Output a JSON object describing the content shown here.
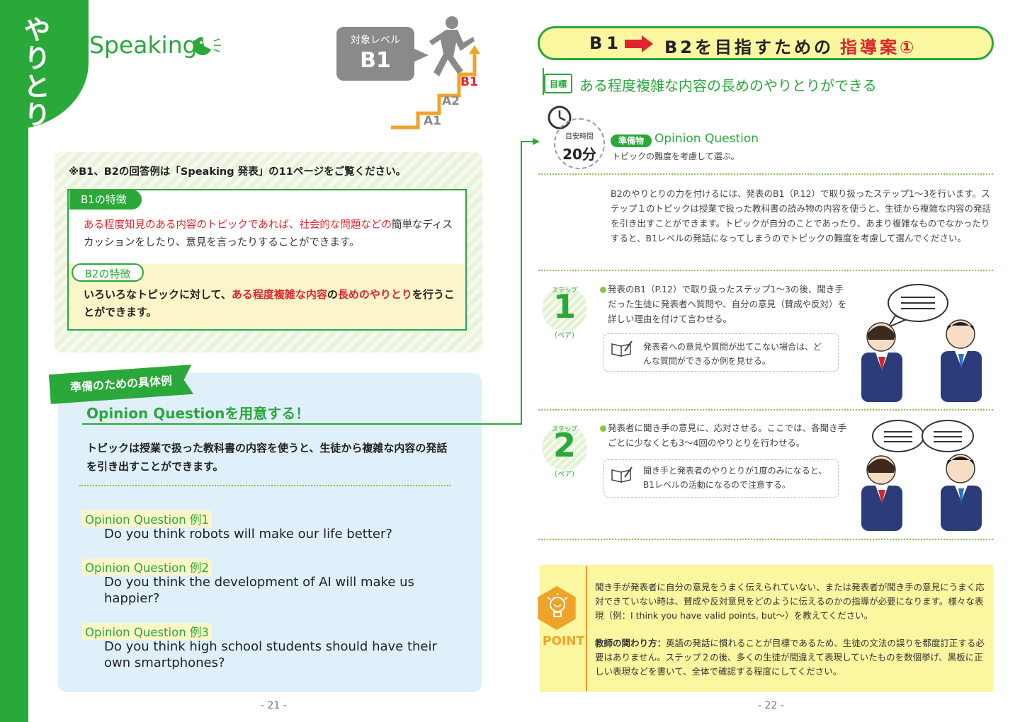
{
  "left_page": {
    "side_tab": "やりとり",
    "section_title": "Speaking",
    "level_badge": {
      "label": "対象レベル",
      "value": "B1"
    },
    "stairs": {
      "a1": "A1",
      "a2": "A2",
      "b1": "B1"
    },
    "notice": "※B1、B2の回答例は「Speaking 発表」の11ページをご覧ください。",
    "b1_feature": {
      "tag": "B1の特徴",
      "text_red": "ある程度知見のある内容のトピックであれば、社会的な問題などの",
      "text_rest": "簡単なディスカッションをしたり、意見を言ったりすることができます。"
    },
    "b2_feature": {
      "tag": "B2の特徴",
      "text_1": "いろいろなトピックに対して、",
      "text_red_1": "ある程度複雑な内容",
      "text_2": "の",
      "text_red_2": "長めのやりとり",
      "text_3": "を行うことができます。"
    },
    "prep_banner": "準備のための具体例",
    "oq_title": "Opinion Questionを用意する！",
    "oq_desc": "トピックは授業で扱った教科書の内容を使うと、生徒から複雑な内容の発話を引き出すことができます。",
    "examples": [
      {
        "label": "Opinion Question 例1",
        "question": "Do you think robots will make our life better?"
      },
      {
        "label": "Opinion Question 例2",
        "question": "Do you think the development of AI will make us happier?"
      },
      {
        "label": "Opinion Question 例3",
        "question": "Do you think high school students should have their own smartphones?"
      }
    ],
    "page_number": "- 21 -"
  },
  "right_page": {
    "title": {
      "b1": "B1",
      "rest": "B2を目指すための",
      "red": "指導案①"
    },
    "goal": {
      "tag": "目標",
      "text": "ある程度複雑な内容の長めのやりとりができる"
    },
    "time": {
      "label": "目安時間",
      "value": "20分"
    },
    "prep": {
      "tag": "準備物",
      "title": "Opinion Question",
      "desc": "トピックの難度を考慮して選ぶ。"
    },
    "intro": "B2のやりとりの力を付けるには、発表のB1（P.12）で取り扱ったステップ1〜3を行います。ステップ１のトピックは授業で扱った教科書の読み物の内容を使うと、生徒から複雑な内容の発話を引き出すことができます。トピックが自分のことであったり、あまり複雑なものでなかったりすると、B1レベルの発話になってしまうのでトピックの難度を考慮して選んでください。",
    "steps": [
      {
        "small": "ステップ",
        "num": "1",
        "pair": "（ペア）",
        "text": "発表のB1（P.12）で取り扱ったステップ1〜3の後、聞き手だった生徒に発表者へ質問や、自分の意見（賛成や反対）を詳しい理由を付けて言わせる。",
        "note": "発表者への意見や質問が出てこない場合は、どんな質問ができるか例を見せる。"
      },
      {
        "small": "ステップ",
        "num": "2",
        "pair": "（ペア）",
        "text": "発表者に聞き手の意見に、応対させる。ここでは、各聞き手ごとに少なくとも3〜4回のやりとりを行わせる。",
        "note": "聞き手と発表者のやりとりが1度のみになると、B1レベルの活動になるので注意する。"
      }
    ],
    "point": {
      "label": "POINT",
      "text_1": "聞き手が発表者に自分の意見をうまく伝えられていない、または発表者が聞き手の意見にうまく応対できていない時は、賛成や反対意見をどのように伝えるのかの指導が必要になります。様々な表現（例：I think you have valid points, but〜）を教えてください。",
      "bold_label": "教師の関わり方：",
      "text_2": "英語の発話に慣れることが目標であるため、生徒の文法の誤りを都度訂正する必要はありません。ステップ２の後、多くの生徒が間違えて表現していたものを数個挙げ、黒板に正しい表現などを書いて、全体で確認する程度にしてください。"
    },
    "page_number": "- 22 -"
  },
  "colors": {
    "green": "#2aa83a",
    "red": "#e0242d",
    "yellow": "#fbf6a0",
    "orange": "#f0a32a",
    "light_blue": "#dff0fb"
  }
}
